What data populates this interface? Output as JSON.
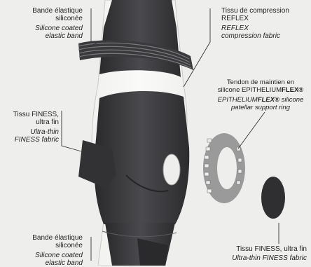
{
  "labels": {
    "top_band": {
      "fr": [
        "Bande élastique",
        "siliconée"
      ],
      "en": [
        "Silicone coated",
        "elastic band"
      ]
    },
    "compression": {
      "fr": [
        "Tissu de compression",
        "REFLEX"
      ],
      "en": [
        "REFLEX",
        "compression fabric"
      ]
    },
    "tendon": {
      "fr_line1": "Tendon de maintien en",
      "fr_line2_prefix": "silicone EPITHELIUM",
      "fr_line2_bold": "FLEX®",
      "en_line1_prefix": "EPITHELIUM",
      "en_line1_bold": "FLEX®",
      "en_line1_suffix": " silicone",
      "en_line2": "patellar support ring"
    },
    "finess_left": {
      "fr": [
        "Tissu FINESS,",
        "ultra fin"
      ],
      "en": [
        "Ultra-thin",
        "FINESS fabric"
      ]
    },
    "bottom_band": {
      "fr": [
        "Bande élastique",
        "siliconée"
      ],
      "en": [
        "Silicone coated",
        "elastic band"
      ]
    },
    "finess_right": {
      "fr": "Tissu FINESS, ultra fin",
      "en": "Ultra-thin FINESS fabric"
    }
  },
  "colors": {
    "background": "#eeeeec",
    "fabric": "#3a3a3d",
    "fabric_dark": "#2a2a2c",
    "silicone": "#8a8a8a",
    "leader": "#333333"
  }
}
